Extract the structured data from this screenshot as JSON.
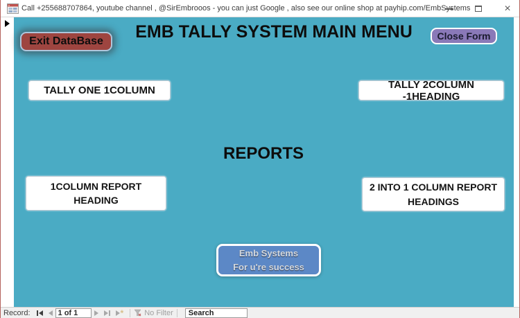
{
  "window": {
    "title": "Call  +255688707864, youtube channel , @SirEmbrooos - you can just Google , also see our online shop at payhip.com/EmbSystems",
    "controls": {
      "minimize": "minimize",
      "maximize": "maximize",
      "close": "×"
    }
  },
  "form": {
    "heading": "EMB TALLY SYSTEM MAIN MENU",
    "reports_heading": "REPORTS",
    "exit_button_label": "Exit DataBase",
    "close_form_button_label": "Close Form",
    "tally_one_button_label": "TALLY ONE  1COLUMN",
    "tally_two_button_label": "TALLY 2COLUMN -1HEADING",
    "report_one_button": {
      "line1": "1COLUMN REPORT",
      "line2": "HEADING"
    },
    "report_two_button": {
      "line1": "2 INTO 1 COLUMN REPORT",
      "line2": "HEADINGS"
    },
    "brand_button": {
      "line1": "Emb Systems",
      "line2": "For u're success"
    },
    "colors": {
      "form_background": "#4aabc4",
      "exit_button": "#9e4540",
      "close_form_button": "#8a79b8",
      "brand_button": "#5c88c6",
      "window_border": "#b4625d"
    }
  },
  "status_bar": {
    "record_label": "Record:",
    "record_position": "1 of 1",
    "filter_label": "No Filter",
    "search_value": "Search"
  }
}
